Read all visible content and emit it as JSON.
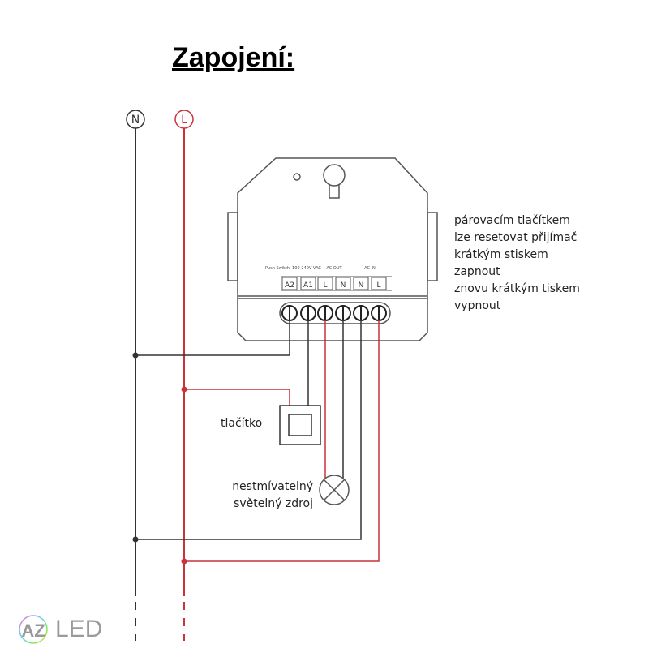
{
  "title": "Zapojení:",
  "lines": {
    "neutral": "N",
    "live": "L"
  },
  "module": {
    "group_labels": [
      "Push Switch",
      "100-240V VAC",
      "AC OUT",
      "AC IN"
    ],
    "terminals": [
      "A2",
      "A1",
      "L",
      "N",
      "N",
      "L"
    ]
  },
  "labels": {
    "button": "tlačítko",
    "lamp": [
      "nestmívatelný",
      "světelný zdroj"
    ],
    "note": [
      "párovacím tlačítkem",
      "lze resetovat přijímač",
      "krátkým stiskem",
      "zapnout",
      "znovu krátkým tiskem",
      "vypnout"
    ]
  },
  "logo": "AZ LED",
  "colors": {
    "live": "#c8323a",
    "neutral": "#333333",
    "outline": "#555555"
  }
}
